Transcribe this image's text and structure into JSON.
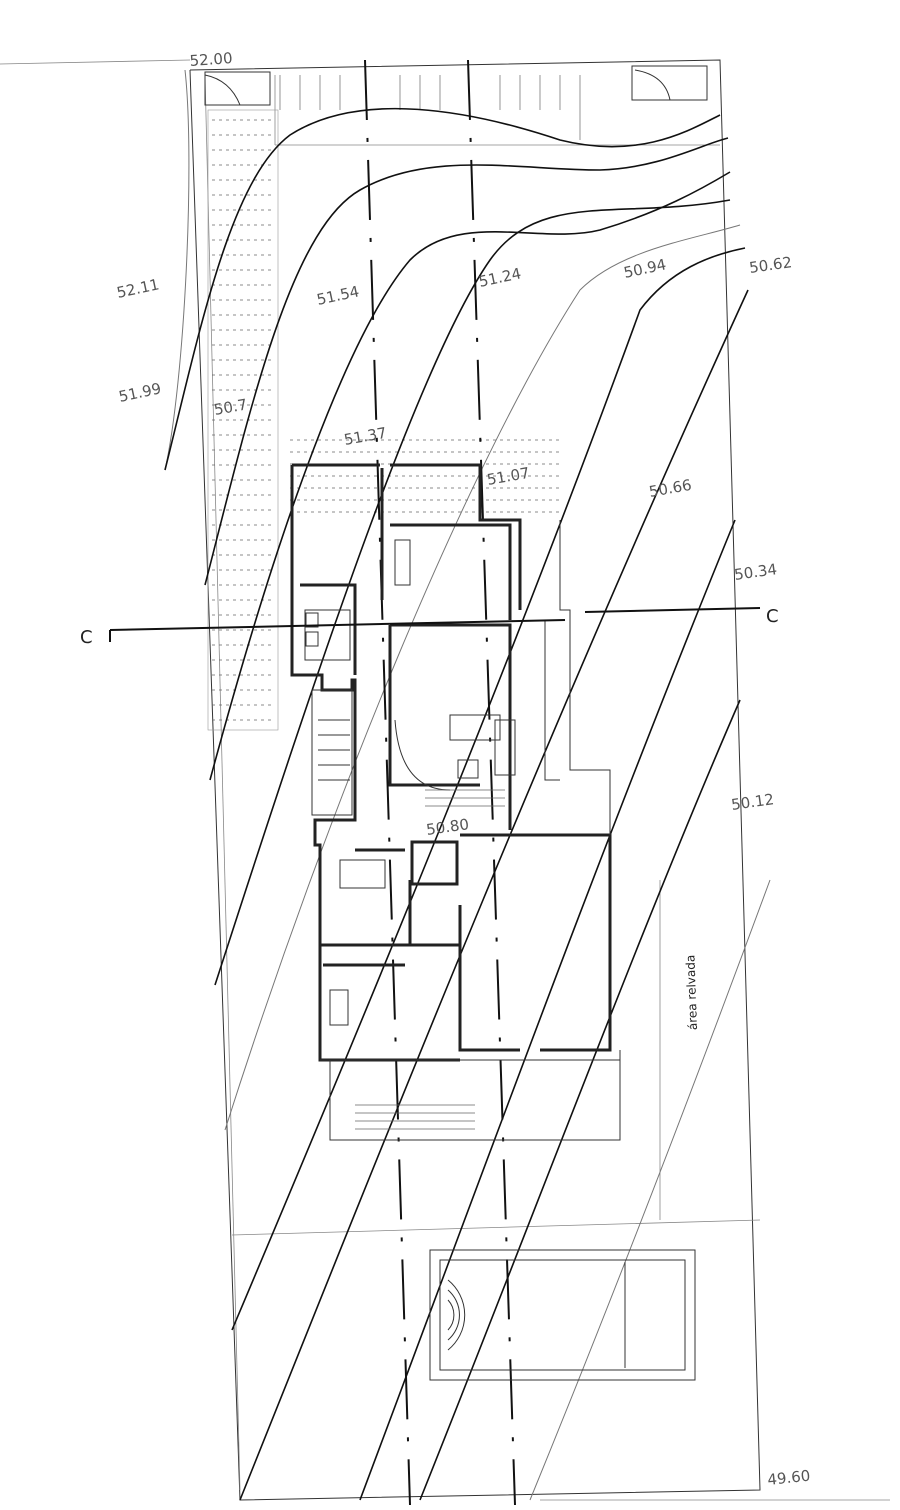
{
  "section_mark": {
    "left_letter": "C",
    "right_letter": "C"
  },
  "elevations": [
    {
      "id": "e52_00",
      "text": "52.00"
    },
    {
      "id": "e52_11",
      "text": "52.11"
    },
    {
      "id": "e51_99",
      "text": "51.99"
    },
    {
      "id": "e51_54",
      "text": "51.54"
    },
    {
      "id": "e51_24",
      "text": "51.24"
    },
    {
      "id": "e50_94",
      "text": "50.94"
    },
    {
      "id": "e50_62",
      "text": "50.62"
    },
    {
      "id": "e51_07",
      "text": "51.07"
    },
    {
      "id": "e51_37",
      "text": "51.37"
    },
    {
      "id": "e50_86",
      "text": "50.66"
    },
    {
      "id": "e50_34",
      "text": "50.34"
    },
    {
      "id": "e50_80",
      "text": "50.80"
    },
    {
      "id": "e50_12",
      "text": "50.12"
    },
    {
      "id": "e49_60",
      "text": "49.60"
    },
    {
      "id": "e50_7",
      "text": "50.7"
    }
  ],
  "area_label": "área relvada"
}
